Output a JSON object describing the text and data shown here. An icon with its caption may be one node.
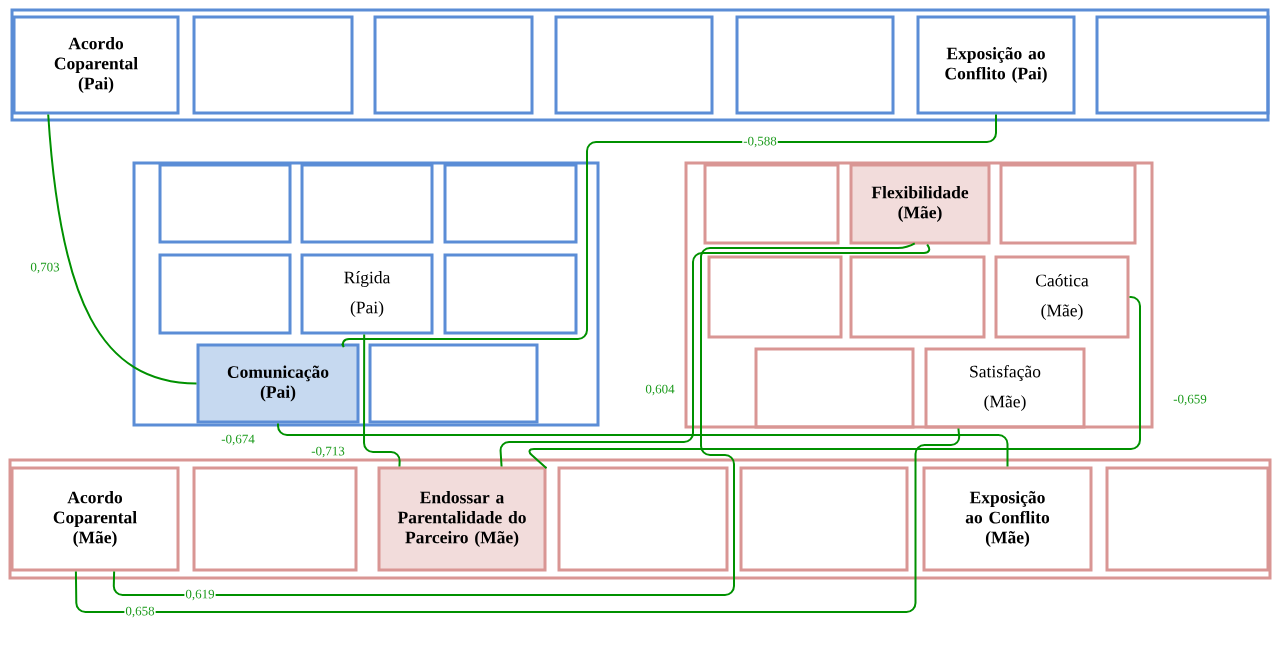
{
  "diagram": {
    "nodes": [
      {
        "text": [],
        "shape": "box"
      },
      {
        "text": [
          "Acordo Coparental (Pai)"
        ],
        "in": 0
      },
      {
        "text": [],
        "shape": "box",
        "in": 0
      },
      {
        "text": [],
        "shape": "box",
        "in": 0
      },
      {
        "text": [],
        "shape": "box",
        "in": 0
      },
      {
        "text": [],
        "shape": "box",
        "in": 0
      },
      {
        "text": [
          "Exposição ao Conflito (Pai)"
        ],
        "in": 0
      },
      {
        "text": [],
        "shape": "box",
        "in": 0
      },
      {
        "text": [],
        "shape": "box"
      },
      {
        "text": [],
        "shape": "box",
        "in": 8
      },
      {
        "text": [],
        "shape": "box",
        "in": 8
      },
      {
        "text": [],
        "shape": "box",
        "in": 8
      },
      {
        "text": [],
        "shape": "box",
        "in": 8
      },
      {
        "text": [
          "Rígida (Pai)"
        ],
        "in": 8
      },
      {
        "text": [],
        "shape": "box",
        "in": 8
      },
      {
        "text": [
          "Comunicação (Pai)"
        ],
        "in": 8
      },
      {
        "text": [],
        "shape": "box",
        "in": 8
      },
      {
        "text": [],
        "shape": "box"
      },
      {
        "text": [],
        "shape": "box",
        "in": 17
      },
      {
        "text": [
          "Flexibilidade (Mãe)"
        ],
        "in": 17
      },
      {
        "text": [],
        "shape": "box",
        "in": 17
      },
      {
        "text": [],
        "shape": "box",
        "in": 17
      },
      {
        "text": [],
        "shape": "box",
        "in": 17
      },
      {
        "text": [
          "Caótica (Mãe)"
        ],
        "in": 17
      },
      {
        "text": [],
        "shape": "box",
        "in": 17
      },
      {
        "text": [
          "Satisfação (Mãe)"
        ],
        "in": 17
      },
      {
        "text": [],
        "shape": "box"
      },
      {
        "text": [
          "Acordo Coparental (Mãe)"
        ],
        "in": 26
      },
      {
        "text": [],
        "shape": "box",
        "in": 26
      },
      {
        "text": [
          "Endossar a Parentalidade do Parceiro (Mãe)"
        ],
        "in": 26
      },
      {
        "text": [],
        "shape": "box",
        "in": 26
      },
      {
        "text": [],
        "shape": "box",
        "in": 26
      },
      {
        "text": [
          "Exposição ao Conflito (Mãe)"
        ],
        "in": 26
      },
      {
        "text": [],
        "shape": "box",
        "in": 26
      }
    ],
    "edges": [
      {
        "from": 1,
        "to": 15,
        "arrow": "none",
        "label": "0,703"
      },
      {
        "from": 6,
        "to": 15,
        "arrow": "none",
        "label": "-0,588"
      },
      {
        "from": 13,
        "to": 29,
        "arrow": "none",
        "label": "-0,713"
      },
      {
        "from": 15,
        "to": 32,
        "arrow": "none",
        "label": "-0,674"
      },
      {
        "from": 19,
        "to": 27,
        "arrow": "none",
        "label": "0,619"
      },
      {
        "from": 19,
        "to": 29,
        "arrow": "none",
        "label": "0,604"
      },
      {
        "from": 23,
        "to": 29,
        "arrow": "none",
        "label": "-0,659"
      },
      {
        "from": 25,
        "to": 27,
        "arrow": "none",
        "label": "0,658"
      }
    ]
  }
}
